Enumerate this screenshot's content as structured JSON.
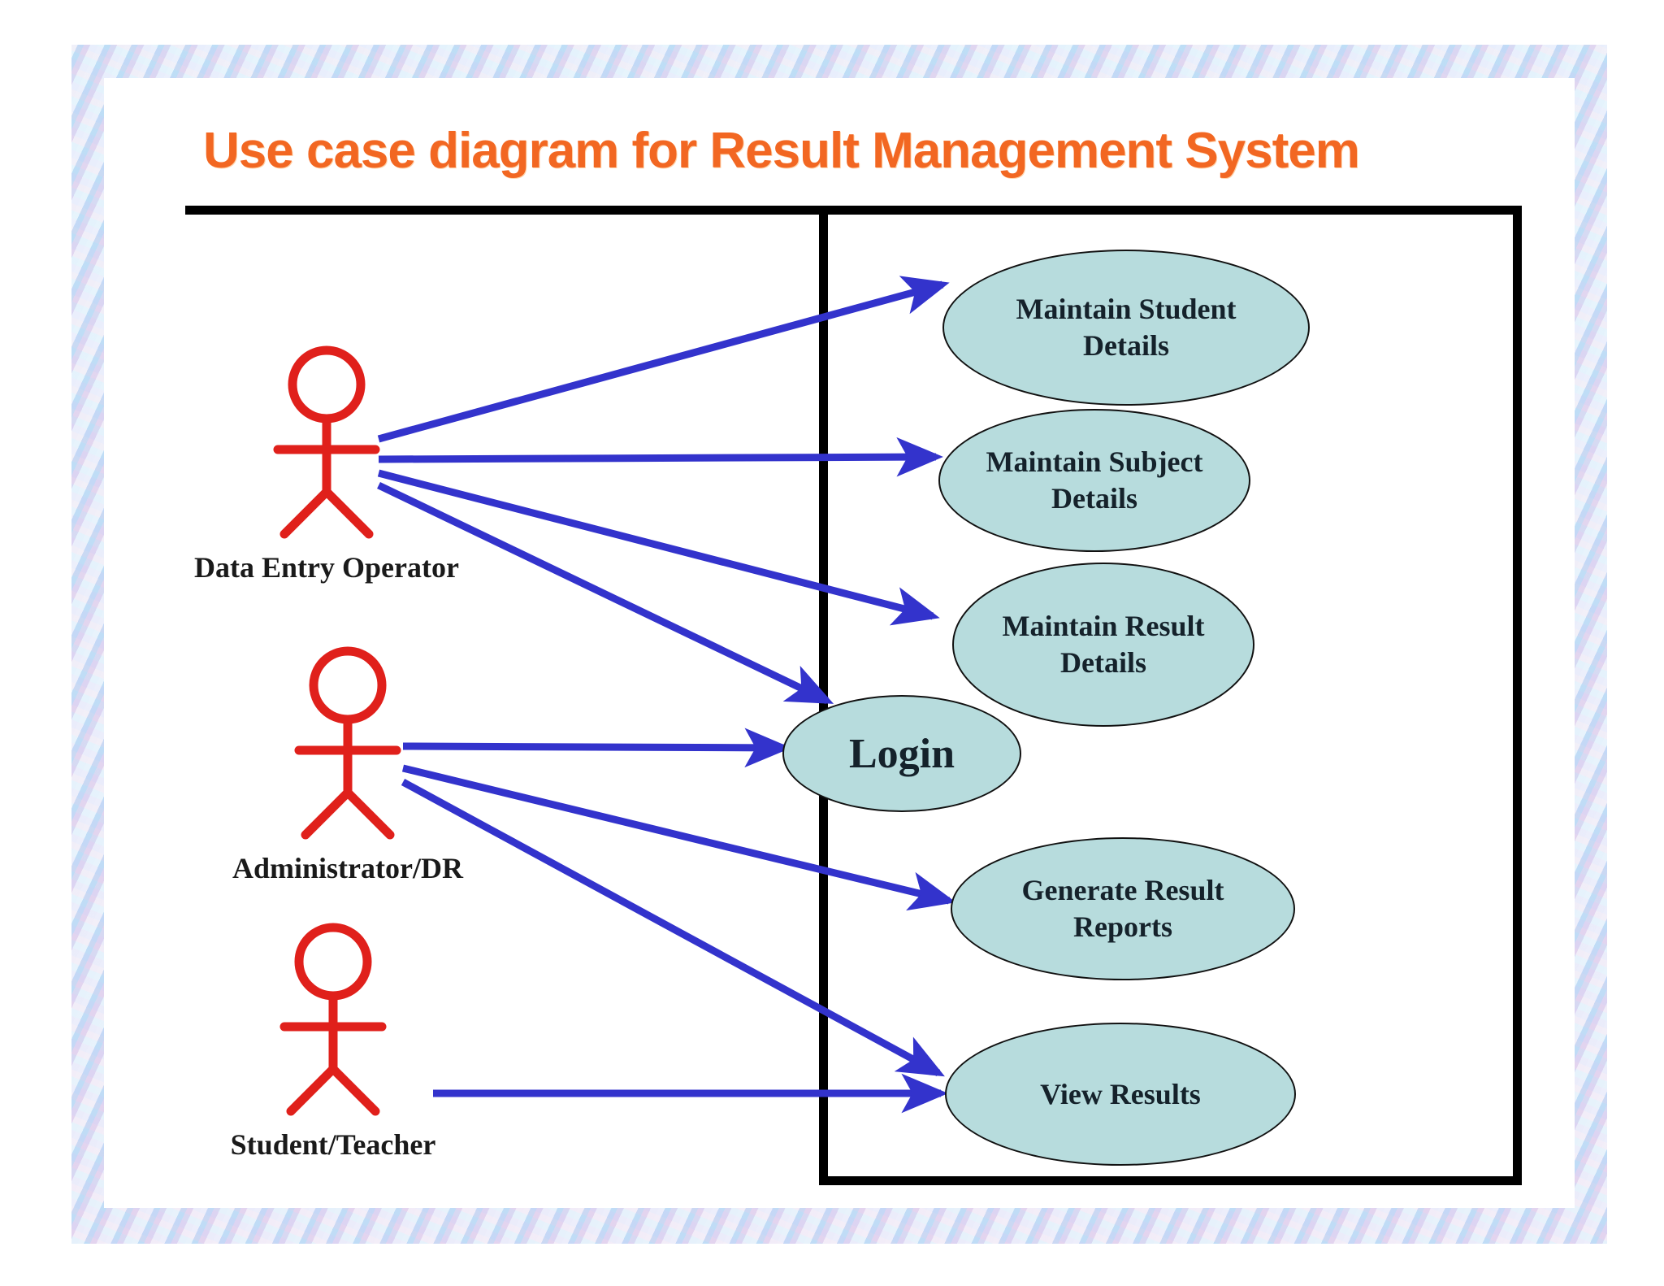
{
  "diagram": {
    "title": "Use case diagram for Result Management System",
    "type": "uml-use-case-diagram",
    "title_color": "#F26722",
    "usecase_fill": "#b7dcdd",
    "actor_color": "#e0201b",
    "association_color": "#3333cc",
    "boundary_color": "#000000"
  },
  "actors": [
    {
      "id": "data-entry-operator",
      "label": "Data Entry Operator"
    },
    {
      "id": "administrator-dr",
      "label": "Administrator/DR"
    },
    {
      "id": "student-teacher",
      "label": "Student/Teacher"
    }
  ],
  "usecases": [
    {
      "id": "maintain-student-details",
      "line1": "Maintain Student",
      "line2": "Details"
    },
    {
      "id": "maintain-subject-details",
      "line1": "Maintain Subject",
      "line2": "Details"
    },
    {
      "id": "maintain-result-details",
      "line1": "Maintain Result",
      "line2": "Details"
    },
    {
      "id": "login",
      "line1": "Login",
      "line2": ""
    },
    {
      "id": "generate-result-reports",
      "line1": "Generate Result",
      "line2": "Reports"
    },
    {
      "id": "view-results",
      "line1": "View Results",
      "line2": ""
    }
  ],
  "associations": [
    {
      "from": "data-entry-operator",
      "to": "maintain-student-details"
    },
    {
      "from": "data-entry-operator",
      "to": "maintain-subject-details"
    },
    {
      "from": "data-entry-operator",
      "to": "maintain-result-details"
    },
    {
      "from": "data-entry-operator",
      "to": "login"
    },
    {
      "from": "administrator-dr",
      "to": "login"
    },
    {
      "from": "administrator-dr",
      "to": "generate-result-reports"
    },
    {
      "from": "administrator-dr",
      "to": "view-results"
    },
    {
      "from": "student-teacher",
      "to": "view-results"
    }
  ]
}
